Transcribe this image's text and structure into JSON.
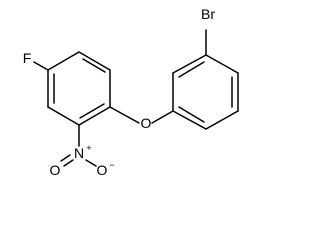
{
  "molecule": {
    "atoms": {
      "fluorine": "F",
      "bromine": "Br",
      "ether_oxygen": "O",
      "nitro_nitrogen": "N",
      "nitro_charge_plus": "+",
      "nitro_oxygen_double": "O",
      "nitro_oxygen_single": "O",
      "nitro_charge_minus": "−"
    }
  }
}
